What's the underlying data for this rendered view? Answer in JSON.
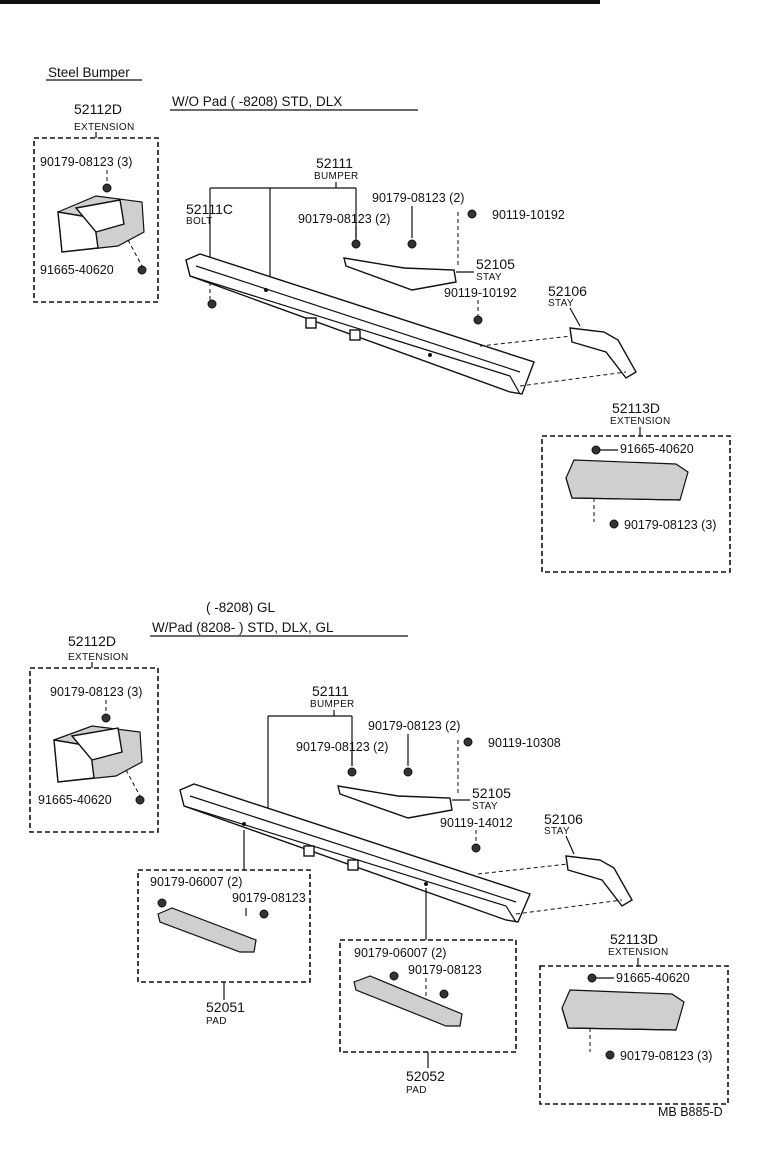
{
  "top_section": {
    "title": "Steel Bumper",
    "variant": "W/O Pad (       -8208) STD, DLX",
    "ext_left": {
      "num": "52112D",
      "name": "EXTENSION",
      "bolt1": "90179-08123 (3)",
      "bolt2": "91665-40620"
    },
    "bumper": {
      "num": "52111",
      "name": "BUMPER"
    },
    "bolt": {
      "num": "52111C",
      "name": "BOLT"
    },
    "nut_a": "90179-08123 (2)",
    "nut_b": "90179-08123 (2)",
    "screw_a": "90119-10192",
    "stay_a": {
      "num": "52105",
      "name": "STAY"
    },
    "screw_b": "90119-10192",
    "stay_b": {
      "num": "52106",
      "name": "STAY"
    },
    "ext_right": {
      "num": "52113D",
      "name": "EXTENSION",
      "bolt1": "91665-40620",
      "bolt2": "90179-08123 (3)"
    }
  },
  "bottom_section": {
    "variant_line1": "(       -8208) GL",
    "variant_line2": "W/Pad (8208-        ) STD, DLX, GL",
    "ext_left": {
      "num": "52112D",
      "name": "EXTENSION",
      "bolt1": "90179-08123 (3)",
      "bolt2": "91665-40620"
    },
    "bumper": {
      "num": "52111",
      "name": "BUMPER"
    },
    "nut_a": "90179-08123 (2)",
    "nut_b": "90179-08123 (2)",
    "screw_a": "90119-10308",
    "stay_a": {
      "num": "52105",
      "name": "STAY"
    },
    "screw_b": "90119-14012",
    "stay_b": {
      "num": "52106",
      "name": "STAY"
    },
    "pad_left": {
      "num": "52051",
      "name": "PAD",
      "clip1": "90179-06007 (2)",
      "clip2": "90179-08123"
    },
    "pad_right": {
      "num": "52052",
      "name": "PAD",
      "clip1": "90179-06007 (2)",
      "clip2": "90179-08123"
    },
    "ext_right": {
      "num": "52113D",
      "name": "EXTENSION",
      "bolt1": "91665-40620",
      "bolt2": "90179-08123 (3)"
    }
  },
  "drawing_code": "MB B885-D"
}
